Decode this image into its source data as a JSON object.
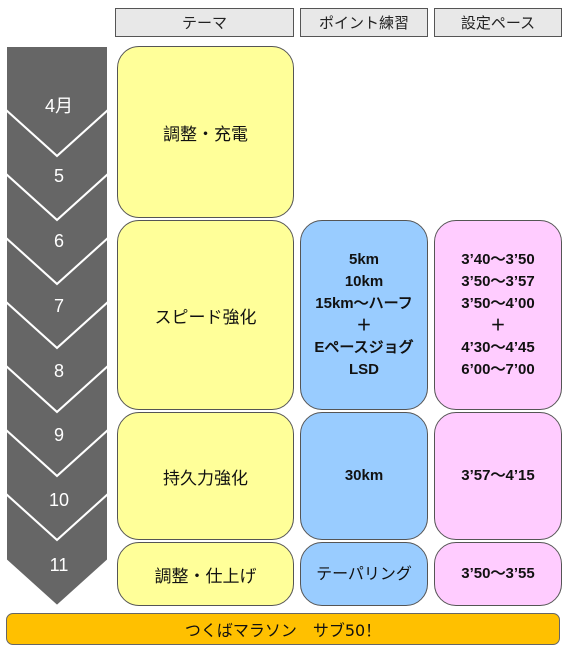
{
  "headers": {
    "theme": "テーマ",
    "practice": "ポイント練習",
    "pace": "設定ペース"
  },
  "months": [
    "4月",
    "5",
    "6",
    "7",
    "8",
    "9",
    "10",
    "11"
  ],
  "themes": {
    "adjust_charge": "調整・充電",
    "speed": "スピード強化",
    "endurance": "持久力強化",
    "adjust_finish": "調整・仕上げ"
  },
  "practice": {
    "speed": [
      "5km",
      "10km",
      "15km～ハーフ",
      "＋",
      "Eペースジョグ",
      "LSD"
    ],
    "endurance": "30km",
    "taper": "テーパリング"
  },
  "pace": {
    "speed": [
      "3’40～3’50",
      "3’50～3’57",
      "3’50～4’00",
      "＋",
      "4’30～4’45",
      "6’00～7’00"
    ],
    "endurance": "3’57～4’15",
    "finish": "3’50～3’55"
  },
  "footer": "つくばマラソン　サブ50！",
  "colors": {
    "arrow": "#666666",
    "theme_box": "#ffff99",
    "practice_box": "#99ccff",
    "pace_box": "#ffccff",
    "footer": "#ffc000"
  }
}
